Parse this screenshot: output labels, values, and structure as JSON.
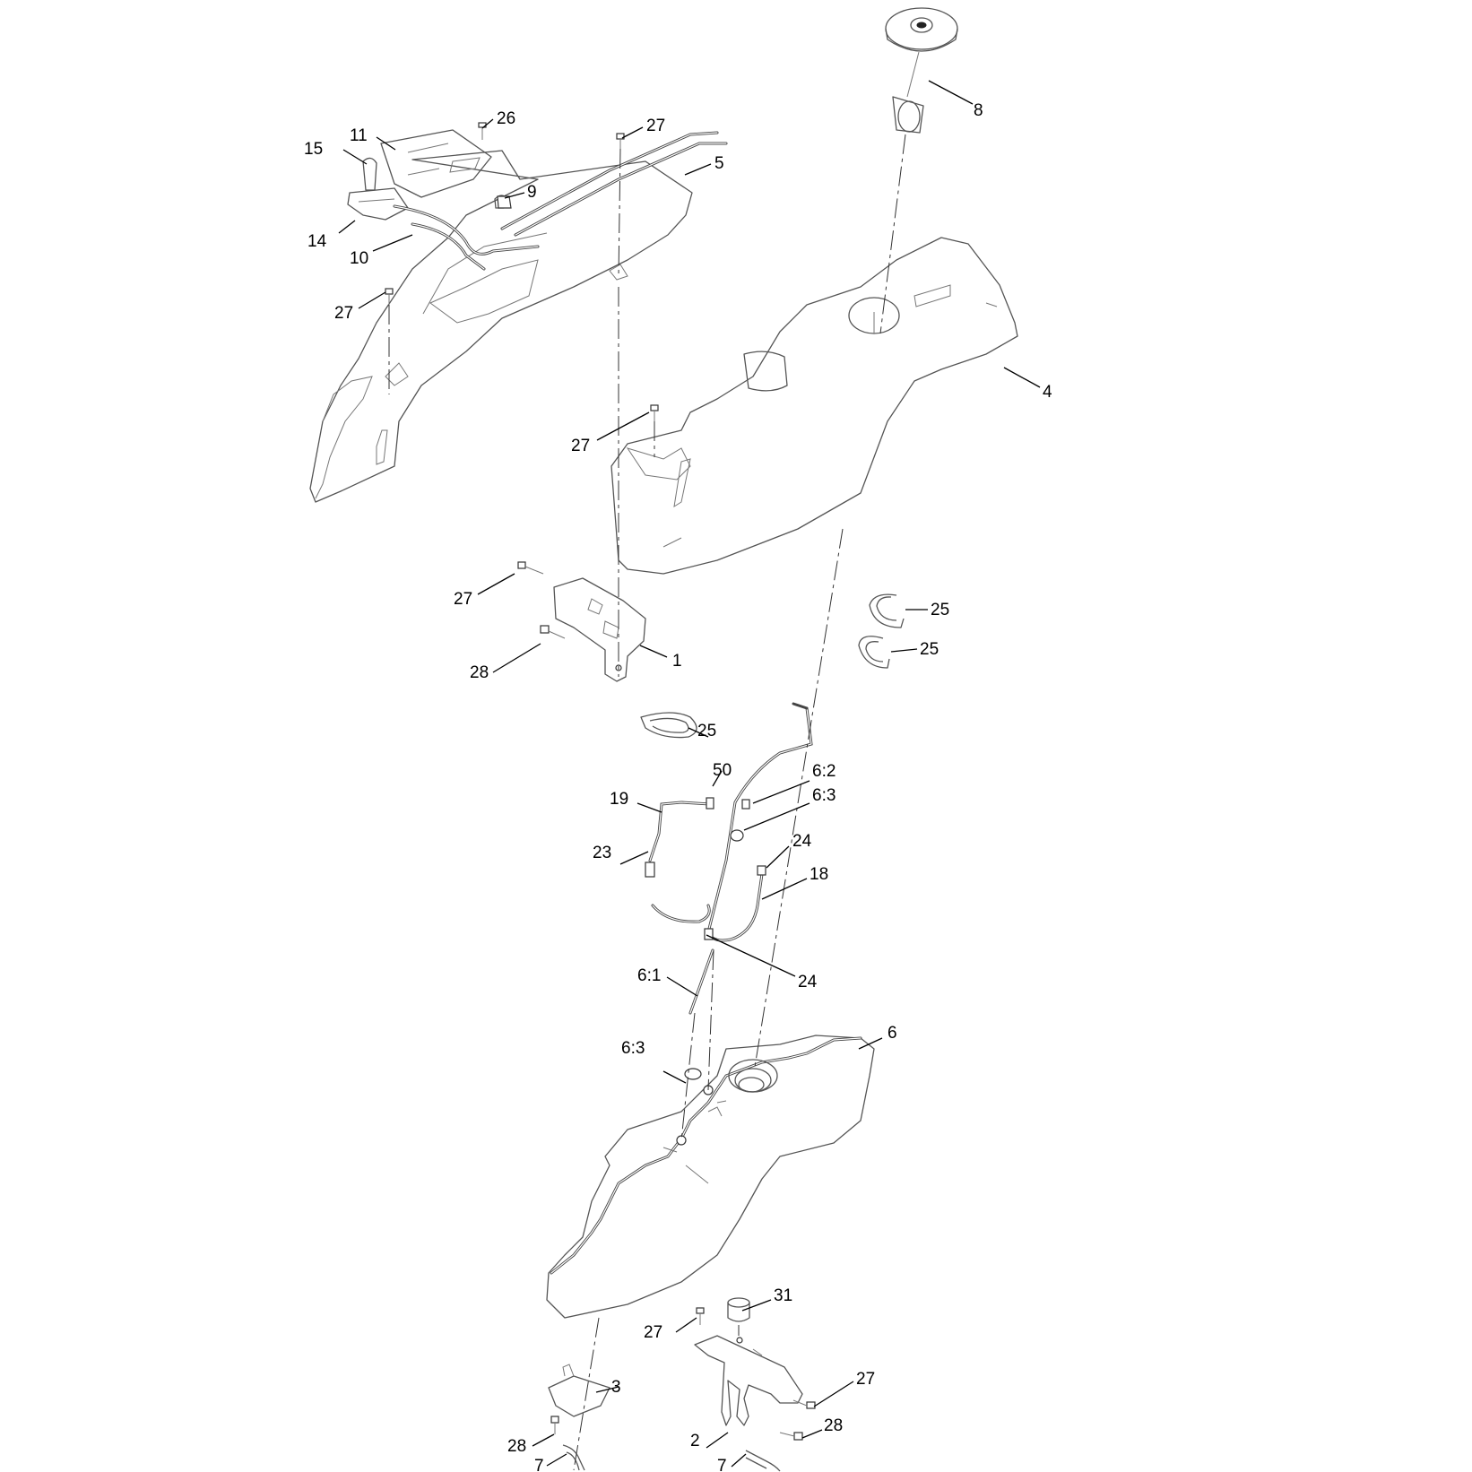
{
  "callouts": [
    {
      "id": "c8",
      "text": "8"
    },
    {
      "id": "c26",
      "text": "26"
    },
    {
      "id": "c27a",
      "text": "27"
    },
    {
      "id": "c11",
      "text": "11"
    },
    {
      "id": "c15",
      "text": "15"
    },
    {
      "id": "c5",
      "text": "5"
    },
    {
      "id": "c9",
      "text": "9"
    },
    {
      "id": "c14",
      "text": "14"
    },
    {
      "id": "c10",
      "text": "10"
    },
    {
      "id": "c27b",
      "text": "27"
    },
    {
      "id": "c4",
      "text": "4"
    },
    {
      "id": "c27c",
      "text": "27"
    },
    {
      "id": "c27d",
      "text": "27"
    },
    {
      "id": "c25a",
      "text": "25"
    },
    {
      "id": "c25b",
      "text": "25"
    },
    {
      "id": "c1",
      "text": "1"
    },
    {
      "id": "c28a",
      "text": "28"
    },
    {
      "id": "c25c",
      "text": "25"
    },
    {
      "id": "c50",
      "text": "50"
    },
    {
      "id": "c62",
      "text": "6:2"
    },
    {
      "id": "c19",
      "text": "19"
    },
    {
      "id": "c63a",
      "text": "6:3"
    },
    {
      "id": "c24a",
      "text": "24"
    },
    {
      "id": "c23",
      "text": "23"
    },
    {
      "id": "c18",
      "text": "18"
    },
    {
      "id": "c24b",
      "text": "24"
    },
    {
      "id": "c61",
      "text": "6:1"
    },
    {
      "id": "c6",
      "text": "6"
    },
    {
      "id": "c63b",
      "text": "6:3"
    },
    {
      "id": "c31",
      "text": "31"
    },
    {
      "id": "c27e",
      "text": "27"
    },
    {
      "id": "c3",
      "text": "3"
    },
    {
      "id": "c27f",
      "text": "27"
    },
    {
      "id": "c2",
      "text": "2"
    },
    {
      "id": "c28b",
      "text": "28"
    },
    {
      "id": "c28c",
      "text": "28"
    },
    {
      "id": "c7a",
      "text": "7"
    },
    {
      "id": "c7b",
      "text": "7"
    }
  ]
}
